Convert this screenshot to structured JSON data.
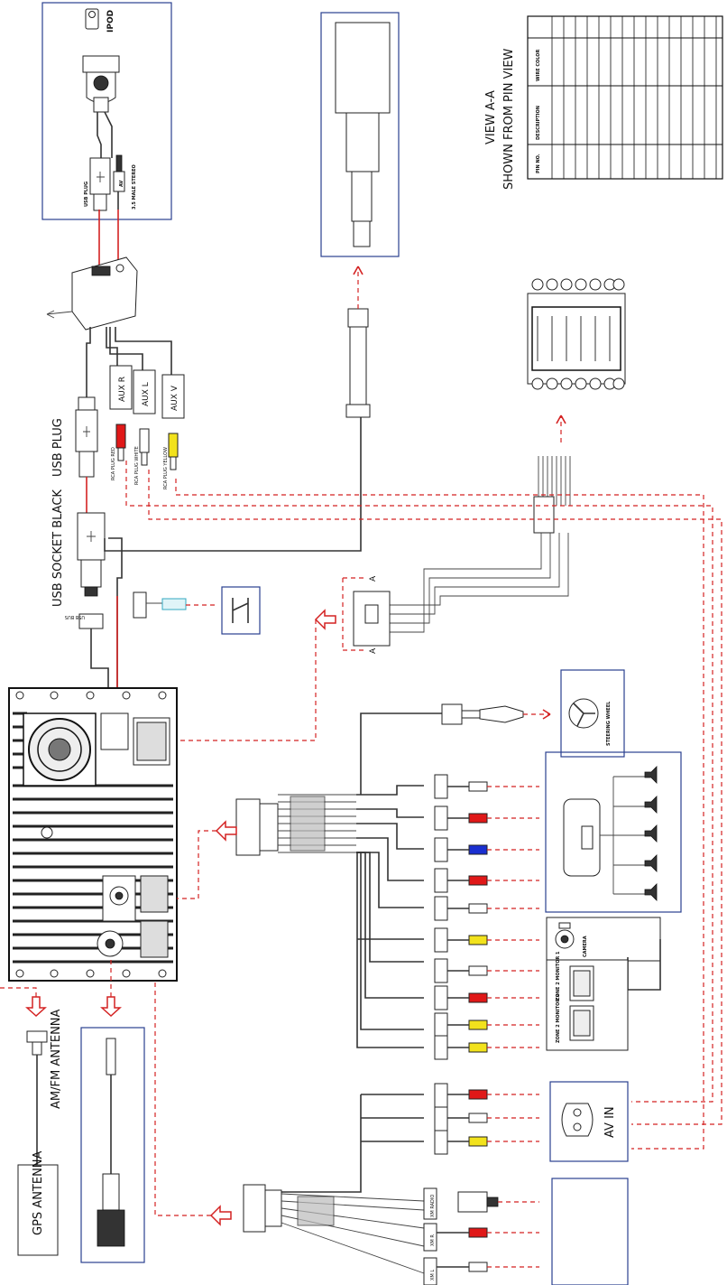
{
  "colors": {
    "red_wire": "#d42222",
    "blue_frame": "#2a3f8f",
    "plug_red": "#e01818",
    "plug_white": "#ffffff",
    "plug_yellow": "#f2e21c",
    "plug_blue": "#1a2fd0"
  },
  "labels": {
    "ipod": "IPOD",
    "usb_plug_top": "USB PLUG",
    "av": "AV",
    "male_stereo": "3.5 MALE STEREO",
    "usb_plug": "USB PLUG",
    "usb_socket": "USB SOCKET BLACK",
    "usb_bus": "USB BUS",
    "aux_r": "AUX R",
    "aux_l": "AUX L",
    "aux_v": "AUX V",
    "rca_red": "RCA PLUG RED",
    "rca_white": "RCA PLUG WHITE",
    "rca_yellow": "RCA PLUG YELLOW",
    "view_line1": "VIEW A-A",
    "view_line2": "SHOWN FROM PIN VIEW",
    "pin_no": "PIN NO.",
    "description": "DESCRIPTION",
    "wire_color": "WIRE COLOR",
    "connector_a1": "A",
    "connector_a2": "A",
    "steering_wheel": "STEERING WHEEL",
    "camera": "CAMERA",
    "zone2_monitor1": "ZONE 2 MONITOR 1",
    "zone2_monitor2": "ZONE 2 MONITOR 2",
    "av_in": "AV IN",
    "am_fm_antenna": "AM/FM ANTENNA",
    "gps_antenna": "GPS ANTENNA",
    "xm_radio": "XM RADIO",
    "xm_r": "XM R",
    "xm_l": "XM L"
  },
  "pin_table": {
    "headers": [
      "PIN NO.",
      "DESCRIPTION",
      "WIRE COLOR"
    ],
    "rows": 16
  },
  "icons": [
    "ipod-icon",
    "usb-icon",
    "speaker-icon",
    "camera-icon",
    "monitor-icon",
    "gamepad-icon",
    "steering-wheel-icon",
    "switch-icon",
    "antenna-icon",
    "arrow-icon"
  ]
}
